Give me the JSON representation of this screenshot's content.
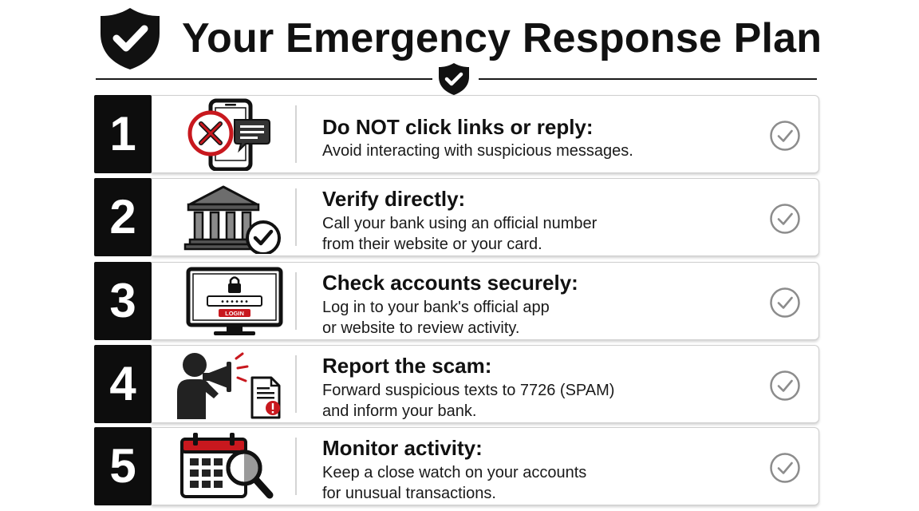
{
  "header": {
    "title": "Your Emergency Response Plan",
    "icon": "shield-check-icon"
  },
  "colors": {
    "accent_red": "#c8181e",
    "dark": "#111111",
    "gray_check": "#8c8c8c"
  },
  "steps": [
    {
      "number": "1",
      "heading": "Do NOT click links or reply:",
      "desc_lines": [
        "Avoid interacting with suspicious messages."
      ],
      "icon": "phone-blocked-message-icon"
    },
    {
      "number": "2",
      "heading": "Verify directly:",
      "desc_lines": [
        "Call your bank using an official number",
        "from their website or your card."
      ],
      "icon": "bank-verified-icon"
    },
    {
      "number": "3",
      "heading": "Check accounts securely:",
      "desc_lines": [
        "Log in to your bank's official app",
        "or website to review activity."
      ],
      "icon": "secure-login-monitor-icon",
      "login_label": "LOGIN",
      "password_mask": "••••••"
    },
    {
      "number": "4",
      "heading": "Report the scam:",
      "desc_lines": [
        "Forward suspicious texts to 7726 (SPAM)",
        "and inform your bank."
      ],
      "icon": "megaphone-report-icon"
    },
    {
      "number": "5",
      "heading": "Monitor activity:",
      "desc_lines": [
        "Keep a close watch on your accounts",
        "for unusual transactions."
      ],
      "icon": "calendar-magnifier-icon"
    }
  ]
}
